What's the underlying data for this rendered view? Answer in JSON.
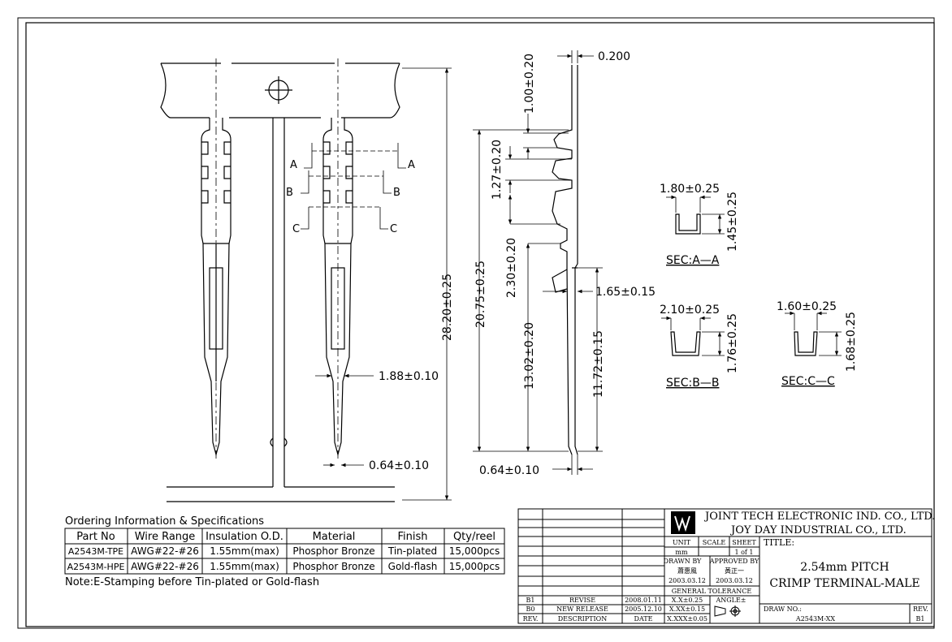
{
  "dimensions": {
    "thickness": "0.200",
    "top_length": "1.00±0.20",
    "pitch_a": "1.27±0.20",
    "barb_length": "2.30±0.20",
    "lance": "1.65±0.15",
    "overall_length": "28.20±0.25",
    "side_length": "20.75±0.25",
    "contact_length": "13.02±0.20",
    "pin_length": "11.72±0.15",
    "body_width": "1.88±0.10",
    "pin_width": "0.64±0.10",
    "pin_width_side": "0.64±0.10"
  },
  "section_marks": {
    "a": "A",
    "b": "B",
    "c": "C"
  },
  "sections": [
    {
      "title": "SEC:A—A",
      "width": "1.80±0.25",
      "height": "1.45±0.25"
    },
    {
      "title": "SEC:B—B",
      "width": "2.10±0.25",
      "height": "1.76±0.25"
    },
    {
      "title": "SEC:C—C",
      "width": "1.60±0.25",
      "height": "1.68±0.25"
    }
  ],
  "ordering": {
    "title": "Ordering Information & Specifications",
    "headers": [
      "Part No",
      "Wire Range",
      "Insulation O.D.",
      "Material",
      "Finish",
      "Qty/reel"
    ],
    "rows": [
      [
        "A2543M-TPE",
        "AWG#22-#26",
        "1.55mm(max)",
        "Phosphor Bronze",
        "Tin-plated",
        "15,000pcs"
      ],
      [
        "A2543M-HPE",
        "AWG#22-#26",
        "1.55mm(max)",
        "Phosphor Bronze",
        "Gold-flash",
        "15,000pcs"
      ]
    ],
    "note": "Note:E-Stamping before Tin-plated or Gold-flash"
  },
  "title_block": {
    "company1": "JOINT TECH ELECTRONIC IND. CO., LTD.",
    "company2": "JOY DAY INDUSTRIAL CO., LTD.",
    "unit_label": "UNIT",
    "unit_value": "mm",
    "scale_label": "SCALE",
    "sheet_label": "SHEET",
    "sheet_value": "1 of 1",
    "title_label": "TITLE:",
    "title_line1": "2.54mm PITCH",
    "title_line2": "CRIMP TERMINAL-MALE",
    "drawn_by_label": "DRAWN BY",
    "drawn_by_name": "蕭惠風",
    "drawn_by_date": "2003.03.12",
    "approved_by_label": "APPROVED BY",
    "approved_by_name": "黃正一",
    "approved_by_date": "2003.03.12",
    "tolerance_label": "GENERAL TOLERANCE",
    "tol1": "X.X±0.25",
    "tol2": "X.XX±0.15",
    "tol3": "X.XXX±0.05",
    "angle_label": "ANGLE±",
    "draw_no_label": "DRAW NO.:",
    "draw_no_value": "A2543M-XX",
    "rev_label": "REV.",
    "rev_value": "B1",
    "revisions": [
      {
        "rev": "B1",
        "desc": "REVISE",
        "date": "2008.01.11"
      },
      {
        "rev": "B0",
        "desc": "NEW RELEASE",
        "date": "2005.12.10"
      }
    ],
    "rev_col": "REV.",
    "desc_col": "DESCRIPTION",
    "date_col": "DATE"
  }
}
